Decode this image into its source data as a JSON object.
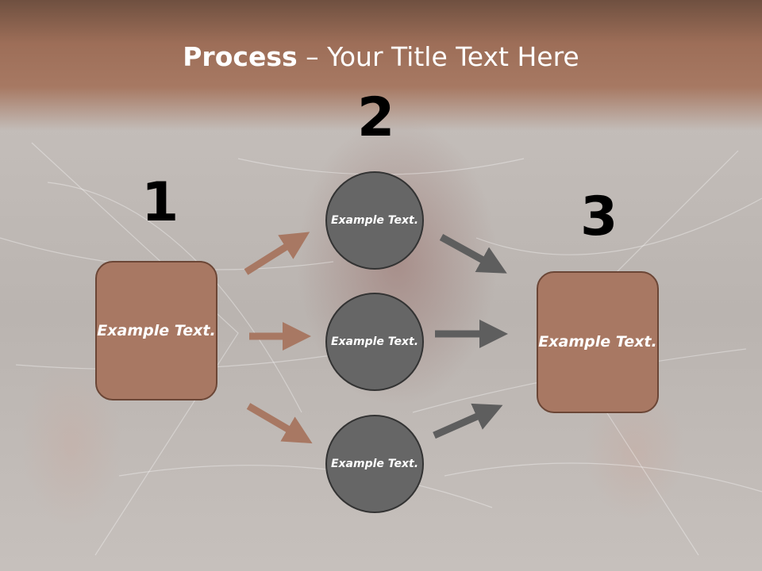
{
  "header": {
    "title_bold": "Process",
    "title_rest": " – Your Title Text Here"
  },
  "steps": [
    {
      "number": "1",
      "label": "Example Text."
    },
    {
      "number": "2",
      "label": "Example Text."
    },
    {
      "number": "3",
      "label": "Example Text."
    }
  ],
  "circles": [
    {
      "label": "Example Text."
    },
    {
      "label": "Example Text."
    },
    {
      "label": "Example Text."
    }
  ],
  "colors": {
    "header": "#a77963",
    "box_fill": "#a87863",
    "box_border": "#6b4636",
    "circle_fill": "#666666",
    "circle_border": "#333333",
    "arrow_brown": "#a87863",
    "arrow_gray": "#5e5e5e"
  }
}
